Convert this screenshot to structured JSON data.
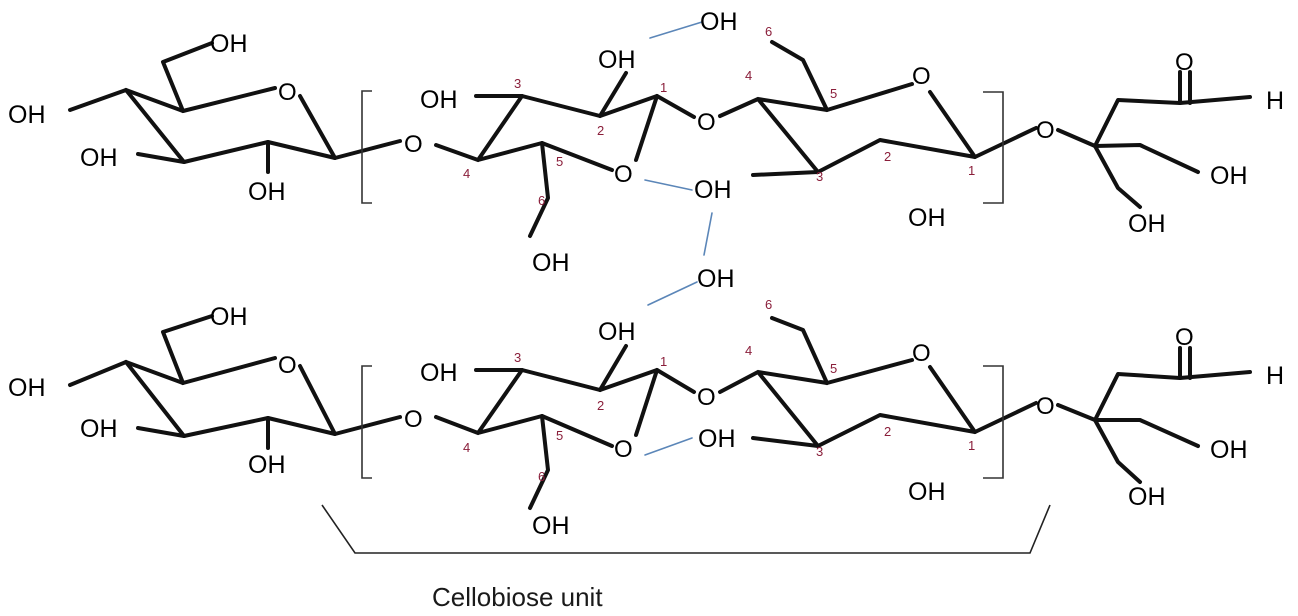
{
  "groups": {
    "hydroxyl": "OH",
    "ring_oxygen": "O",
    "hydrogen": "H"
  },
  "caption": "Cellobiose unit",
  "carbon_numbers": [
    "1",
    "2",
    "3",
    "4",
    "5",
    "6"
  ]
}
